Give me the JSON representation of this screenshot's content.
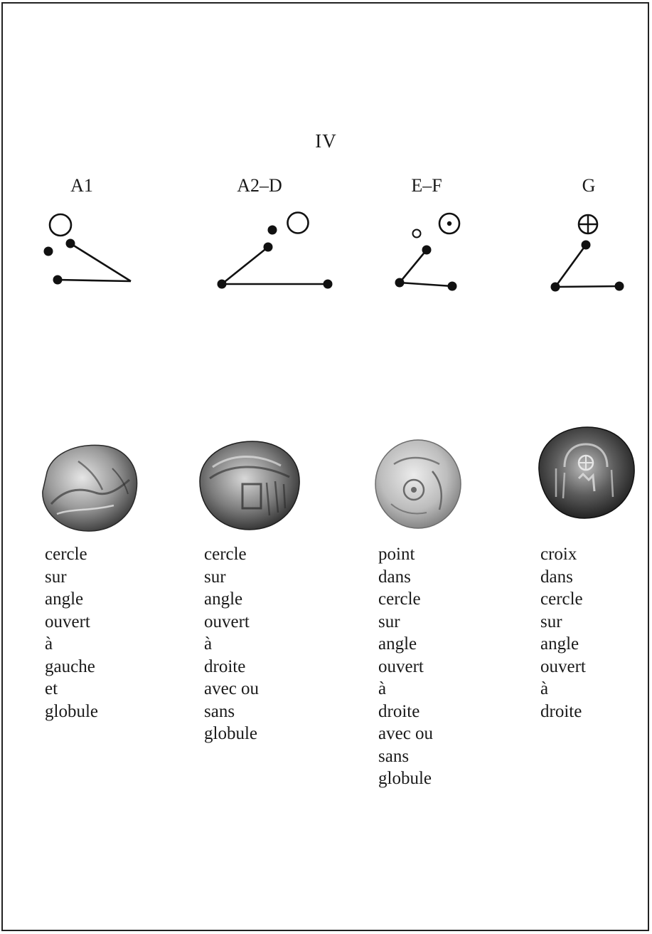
{
  "plate": {
    "title": "IV"
  },
  "columns": [
    {
      "label": "A1",
      "symbol_icon": "circle-over-left-opening-angle-with-globule",
      "description": [
        "cercle",
        "sur",
        "angle",
        "ouvert",
        "à",
        "gauche",
        "et",
        "globule"
      ]
    },
    {
      "label": "A2–D",
      "symbol_icon": "circle-over-right-opening-angle-with-globule",
      "description": [
        "cercle",
        "sur",
        "angle",
        "ouvert",
        "à",
        "droite",
        "avec ou",
        "sans",
        "globule"
      ]
    },
    {
      "label": "E–F",
      "symbol_icon": "dotted-circle-over-right-opening-angle",
      "description": [
        "point",
        "dans",
        "cercle",
        "sur",
        "angle",
        "ouvert",
        "à",
        "droite",
        "avec ou",
        "sans",
        "globule"
      ]
    },
    {
      "label": "G",
      "symbol_icon": "crossed-circle-over-right-opening-angle",
      "description": [
        "croix",
        "dans",
        "cercle",
        "sur",
        "angle",
        "ouvert",
        "à",
        "droite"
      ]
    }
  ]
}
